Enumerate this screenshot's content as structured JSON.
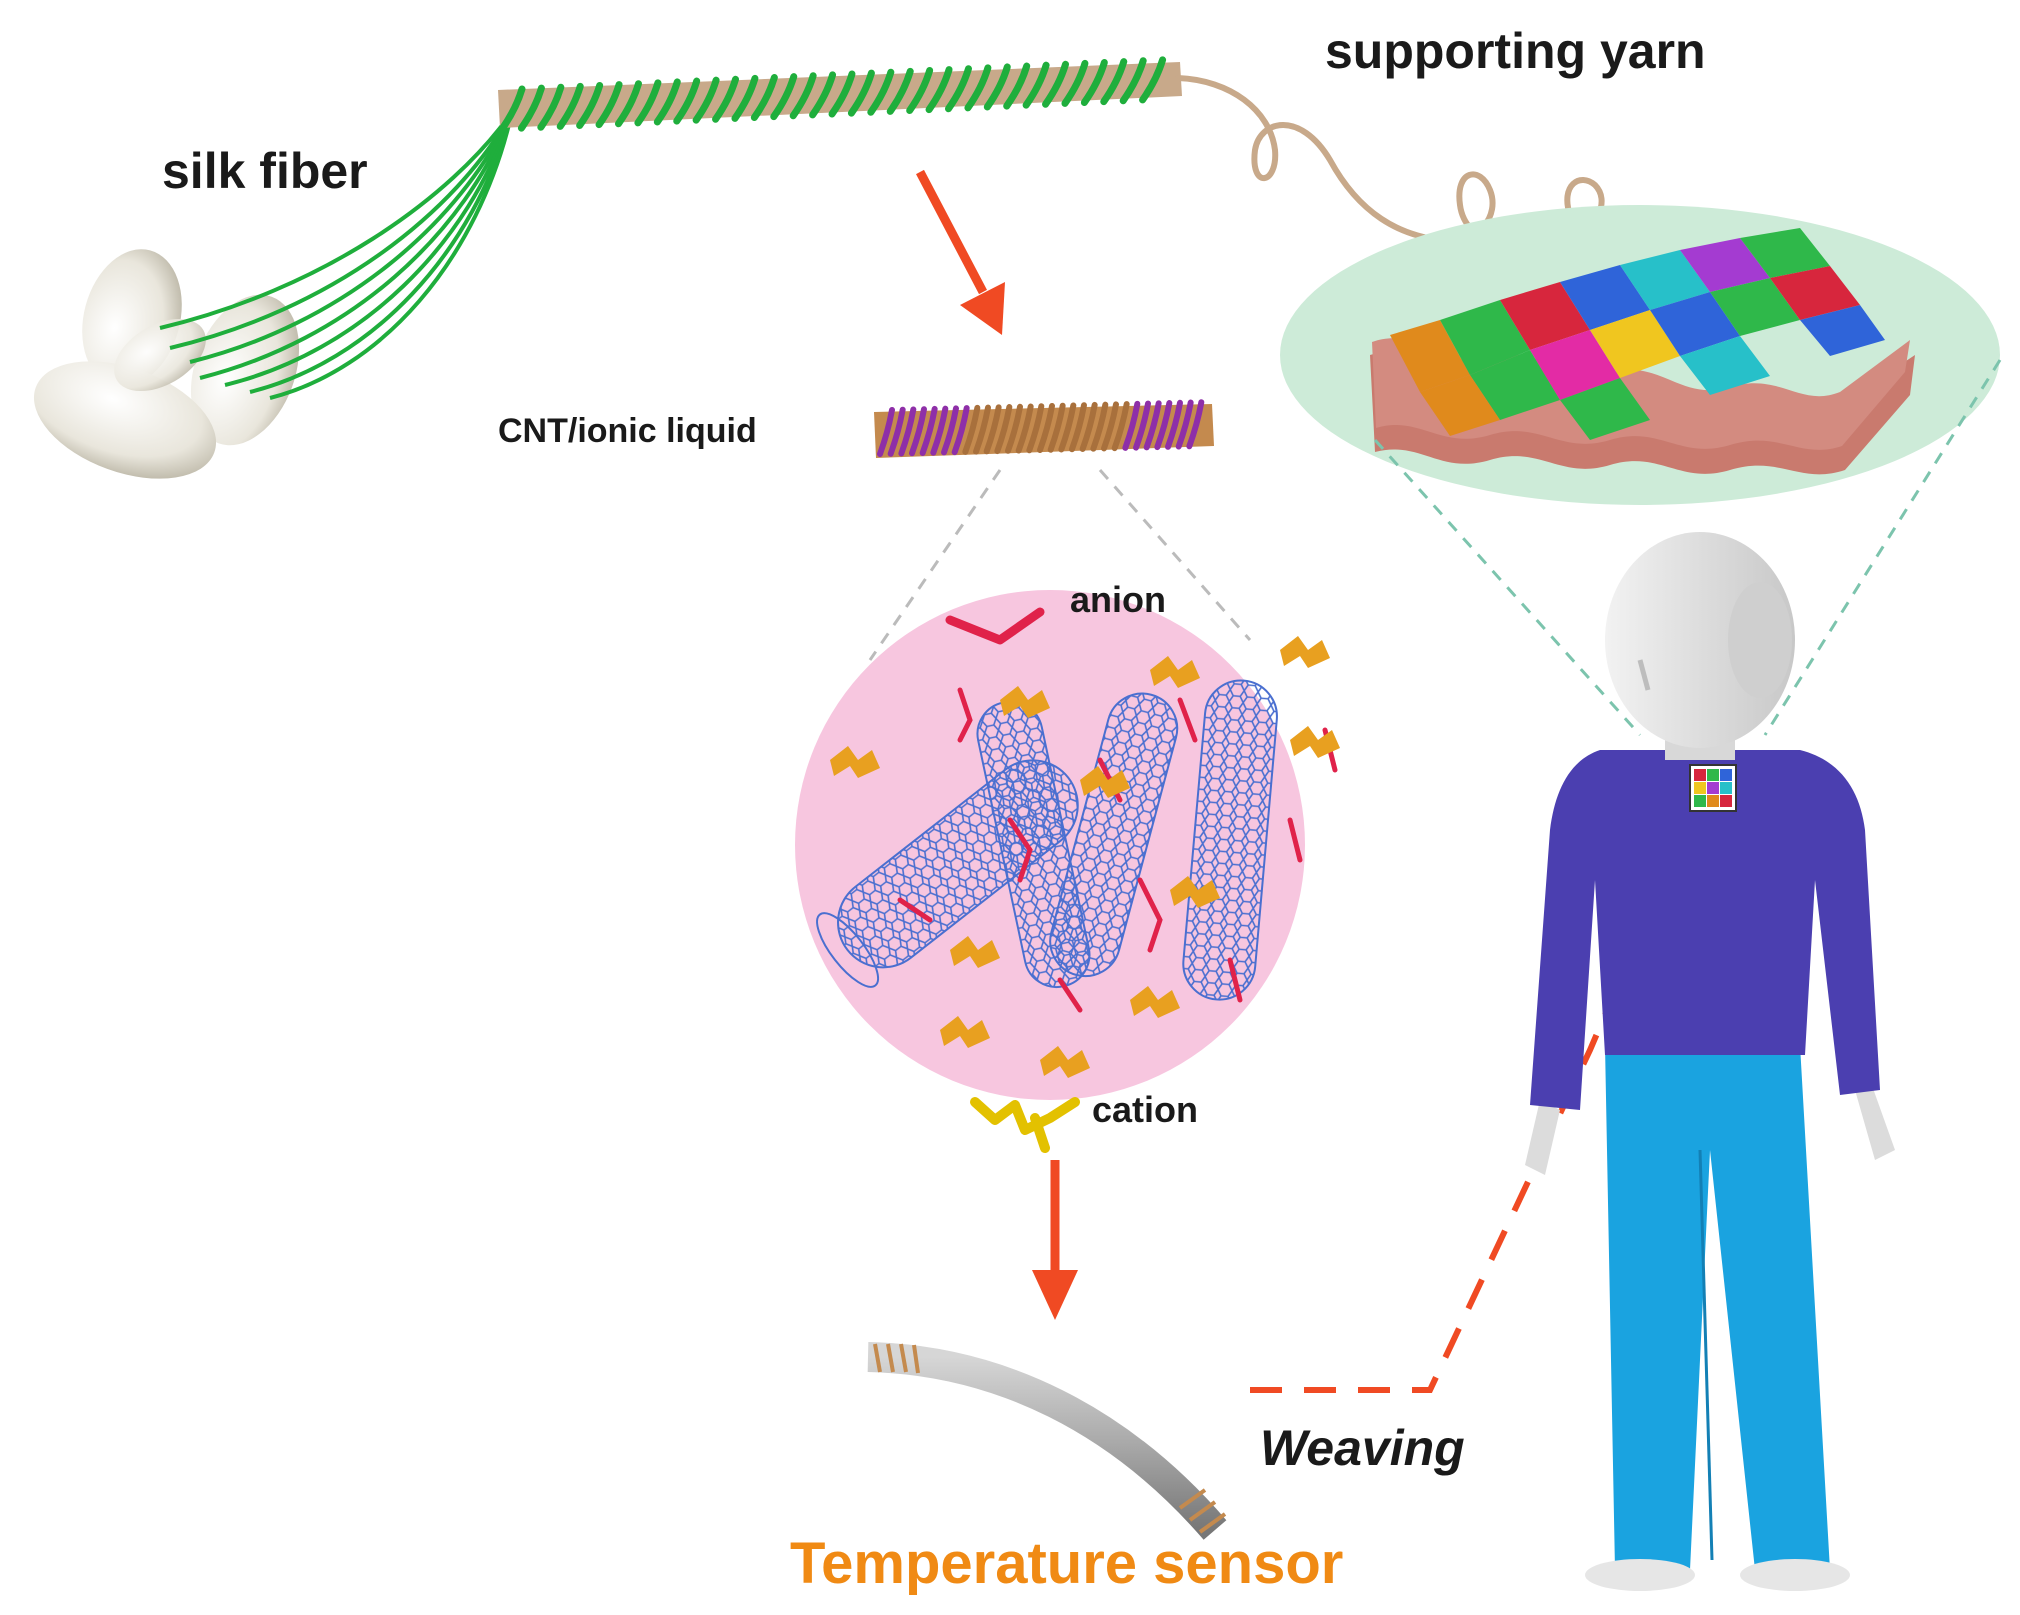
{
  "labels": {
    "silk_fiber": "silk fiber",
    "supporting_yarn": "supporting yarn",
    "cnt_ionic_liquid": "CNT/ionic liquid",
    "anion": "anion",
    "cation": "cation",
    "weaving": "Weaving",
    "temperature_sensor": "Temperature sensor"
  },
  "colors": {
    "silk_green": "#1fae3c",
    "yarn_tan": "#c8a98a",
    "arrow_red": "#f04a23",
    "sensor_orange": "#f08a14",
    "pink_circle": "#f7c6df",
    "fabric_bubble": "#cdebd8",
    "cnt_blue": "#4a6fd0",
    "anion_red": "#e0224a",
    "cation_yellow": "#e3c100",
    "shirt_blue": "#4b3fb0",
    "pants_blue": "#1aa3e0",
    "purple_wrap": "#8e2fa8",
    "brown_wrap": "#c48a4e"
  },
  "icons": {
    "cocoons": "silk-cocoons-image",
    "twisted_yarn": "twisted-yarn-icon",
    "person": "human-figure-icon"
  }
}
